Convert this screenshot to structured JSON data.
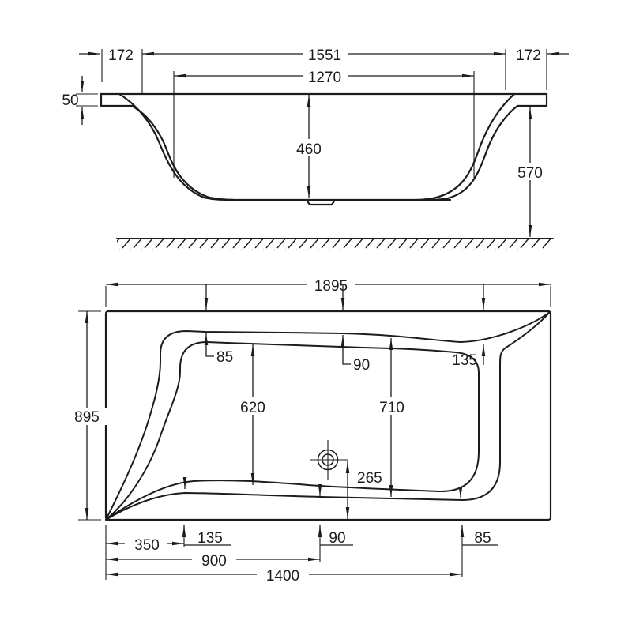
{
  "drawing_type": "bathtub-dimension-drawing",
  "colors": {
    "ink": "#1c1c1c",
    "background": "#ffffff"
  },
  "side": {
    "rim_left": "172",
    "opening": "1551",
    "rim_right": "172",
    "base": "1270",
    "thickness": "50",
    "depth": "460",
    "height": "570"
  },
  "plan": {
    "length": "1895",
    "width": "895",
    "rim_tl": "85",
    "rim_tc": "90",
    "rim_tr": "135",
    "well_left": "620",
    "well_right": "710",
    "waste": "265",
    "b350": "350",
    "b135": "135",
    "b900": "900",
    "b90": "90",
    "b1400": "1400",
    "b85": "85"
  }
}
